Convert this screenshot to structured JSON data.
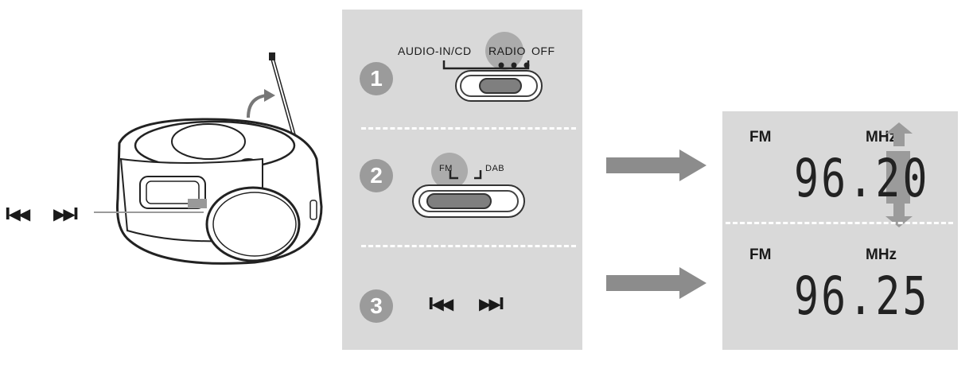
{
  "left": {
    "prev_symbol": "I◀◀",
    "next_symbol": "▶▶I"
  },
  "steps": {
    "step1": {
      "number": "1",
      "label_audio": "AUDIO-IN/CD",
      "label_radio": "RADIO",
      "label_off": "OFF"
    },
    "step2": {
      "number": "2",
      "label_fm": "FM",
      "label_dab": "DAB"
    },
    "step3": {
      "number": "3",
      "prev_symbol": "I◀◀",
      "next_symbol": "▶▶I"
    }
  },
  "display": {
    "top": {
      "band": "FM",
      "unit": "MHz",
      "frequency": "96.20"
    },
    "bottom": {
      "band": "FM",
      "unit": "MHz",
      "frequency": "96.25"
    }
  },
  "colors": {
    "panel_gray": "#d9d9d9",
    "badge_gray": "#9b9b9b",
    "arrow_gray": "#8c8c8c"
  }
}
